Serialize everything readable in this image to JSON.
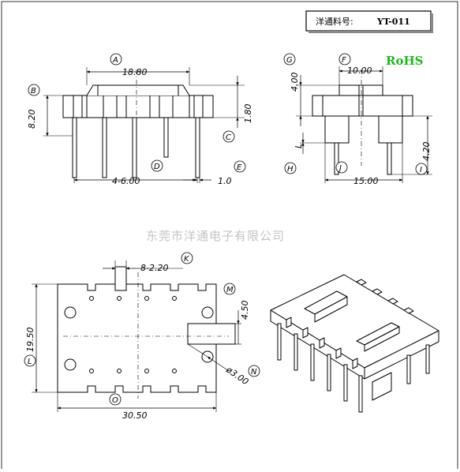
{
  "header": {
    "part_label": "洋通料号:",
    "part_number": "YT-011"
  },
  "rohs": "RoHS",
  "watermark": "东莞市洋通电子有限公司",
  "front_view": {
    "dims": {
      "width_top": "18.80",
      "height_left": "8.20",
      "right_upper": "1.80",
      "pitch": "4-6.00",
      "pin_width": "1.0"
    },
    "markers": {
      "A": "A",
      "B": "B",
      "C": "C",
      "D": "D",
      "E": "E"
    }
  },
  "side_view": {
    "dims": {
      "top_width": "10.00",
      "height_left": "4.00",
      "bottom_width": "15.00",
      "right_lower": "4.20",
      "small_l": "L"
    },
    "markers": {
      "F": "F",
      "G": "G",
      "H": "H",
      "J": "J",
      "I": "I"
    }
  },
  "top_view": {
    "dims": {
      "slot_pitch": "8-2.20",
      "height": "19.50",
      "width": "30.50",
      "right_gap": "4.50",
      "hole_dia": "ø3.00"
    },
    "markers": {
      "K": "K",
      "L": "L",
      "M": "M",
      "N": "N",
      "O": "O"
    }
  }
}
